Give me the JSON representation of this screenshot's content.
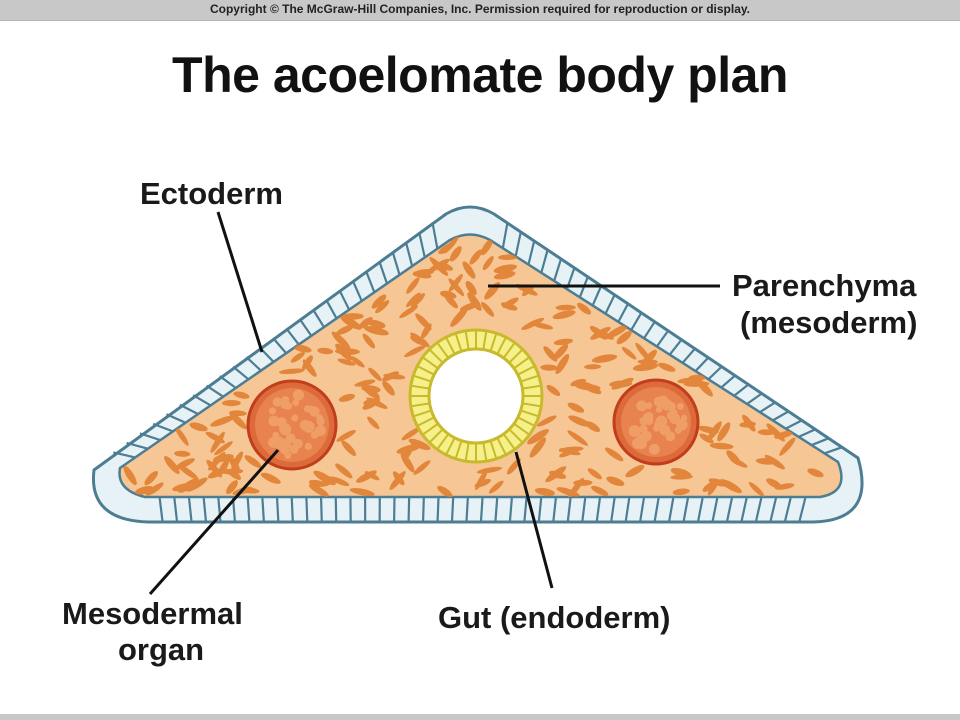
{
  "header": {
    "copyright": "Copyright © The McGraw-Hill Companies, Inc. Permission required for reproduction or display."
  },
  "title": "The acoelomate body plan",
  "labels": {
    "ectoderm": "Ectoderm",
    "parenchyma_line1": "Parenchyma",
    "parenchyma_line2": "(mesoderm)",
    "mesodermal_line1": "Mesodermal",
    "mesodermal_line2": "organ",
    "gut": "Gut (endoderm)"
  },
  "colors": {
    "ectoderm_cells": "#e7f2f6",
    "ectoderm_outline": "#4d7d93",
    "parenchyma_fill": "#f6c795",
    "parenchyma_cells": "#e07f31",
    "organ_fill": "#dd6a3a",
    "organ_ring": "#c23d1c",
    "gut_ring": "#f5f08a",
    "gut_outline": "#c9b92c",
    "leader_lines": "#111111"
  }
}
